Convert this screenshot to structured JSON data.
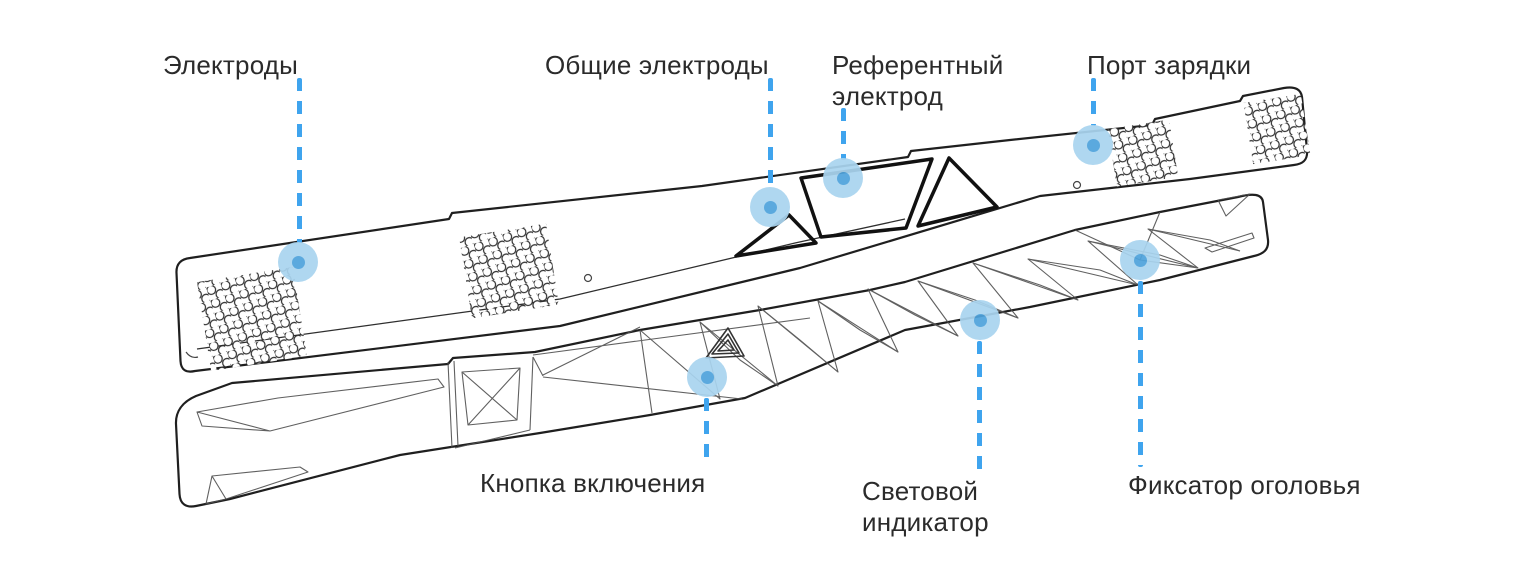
{
  "colors": {
    "label_text": "#2b2b2b",
    "leader_line": "#3fa4ee",
    "marker_outer": "#a9d4ef",
    "marker_inner": "#4fa3dc",
    "line_art": "#1f1f1f"
  },
  "callouts": [
    {
      "id": "electrodes",
      "label": "Электроды"
    },
    {
      "id": "common-electrodes",
      "label": "Общие электроды"
    },
    {
      "id": "reference-electrode",
      "label": "Референтный электрод"
    },
    {
      "id": "charging-port",
      "label": "Порт зарядки"
    },
    {
      "id": "power-button",
      "label": "Кнопка включения"
    },
    {
      "id": "light-indicator",
      "label": "Световой индикатор"
    },
    {
      "id": "headband-fixator",
      "label": "Фиксатор оголовья"
    }
  ]
}
